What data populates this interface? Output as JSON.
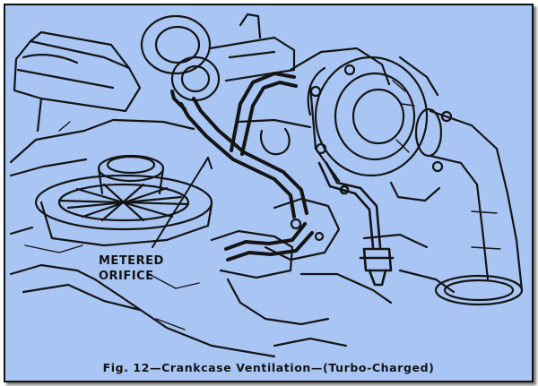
{
  "callout": {
    "line1": "METERED",
    "line2": "ORIFICE"
  },
  "caption": "Fig. 12—Crankcase Ventilation—(Turbo-Charged)",
  "colors": {
    "background": "#a9c5f4",
    "ink": "#141414",
    "page": "#ffffff"
  }
}
